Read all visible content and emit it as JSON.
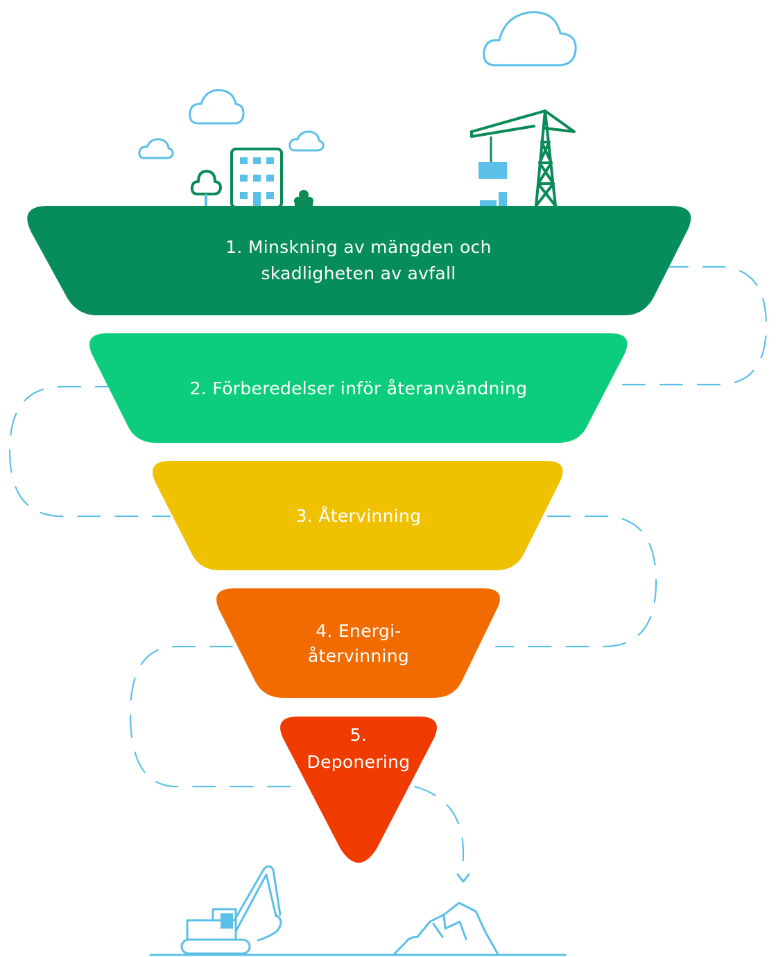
{
  "levels": [
    {
      "number": "1.",
      "lines": [
        "1. Minskning av mängden och",
        "skadligheten av avfall"
      ],
      "color": "#078c5b"
    },
    {
      "number": "2.",
      "lines": [
        "2. Förberedelser inför återanvändning"
      ],
      "color": "#0ccd7c"
    },
    {
      "number": "3.",
      "lines": [
        "3. Återvinning"
      ],
      "color": "#efc100"
    },
    {
      "number": "4.",
      "lines": [
        "4. Energi-",
        "återvinning"
      ],
      "color": "#f16b00"
    },
    {
      "number": "5.",
      "lines": [
        "5.",
        "Deponering"
      ],
      "color": "#ef3a00"
    }
  ],
  "icons": [
    "cloud-icon",
    "building-icon",
    "tree-icon",
    "bush-icon",
    "crane-icon",
    "excavator-icon",
    "landfill-pile-icon",
    "arrow-down-icon"
  ]
}
